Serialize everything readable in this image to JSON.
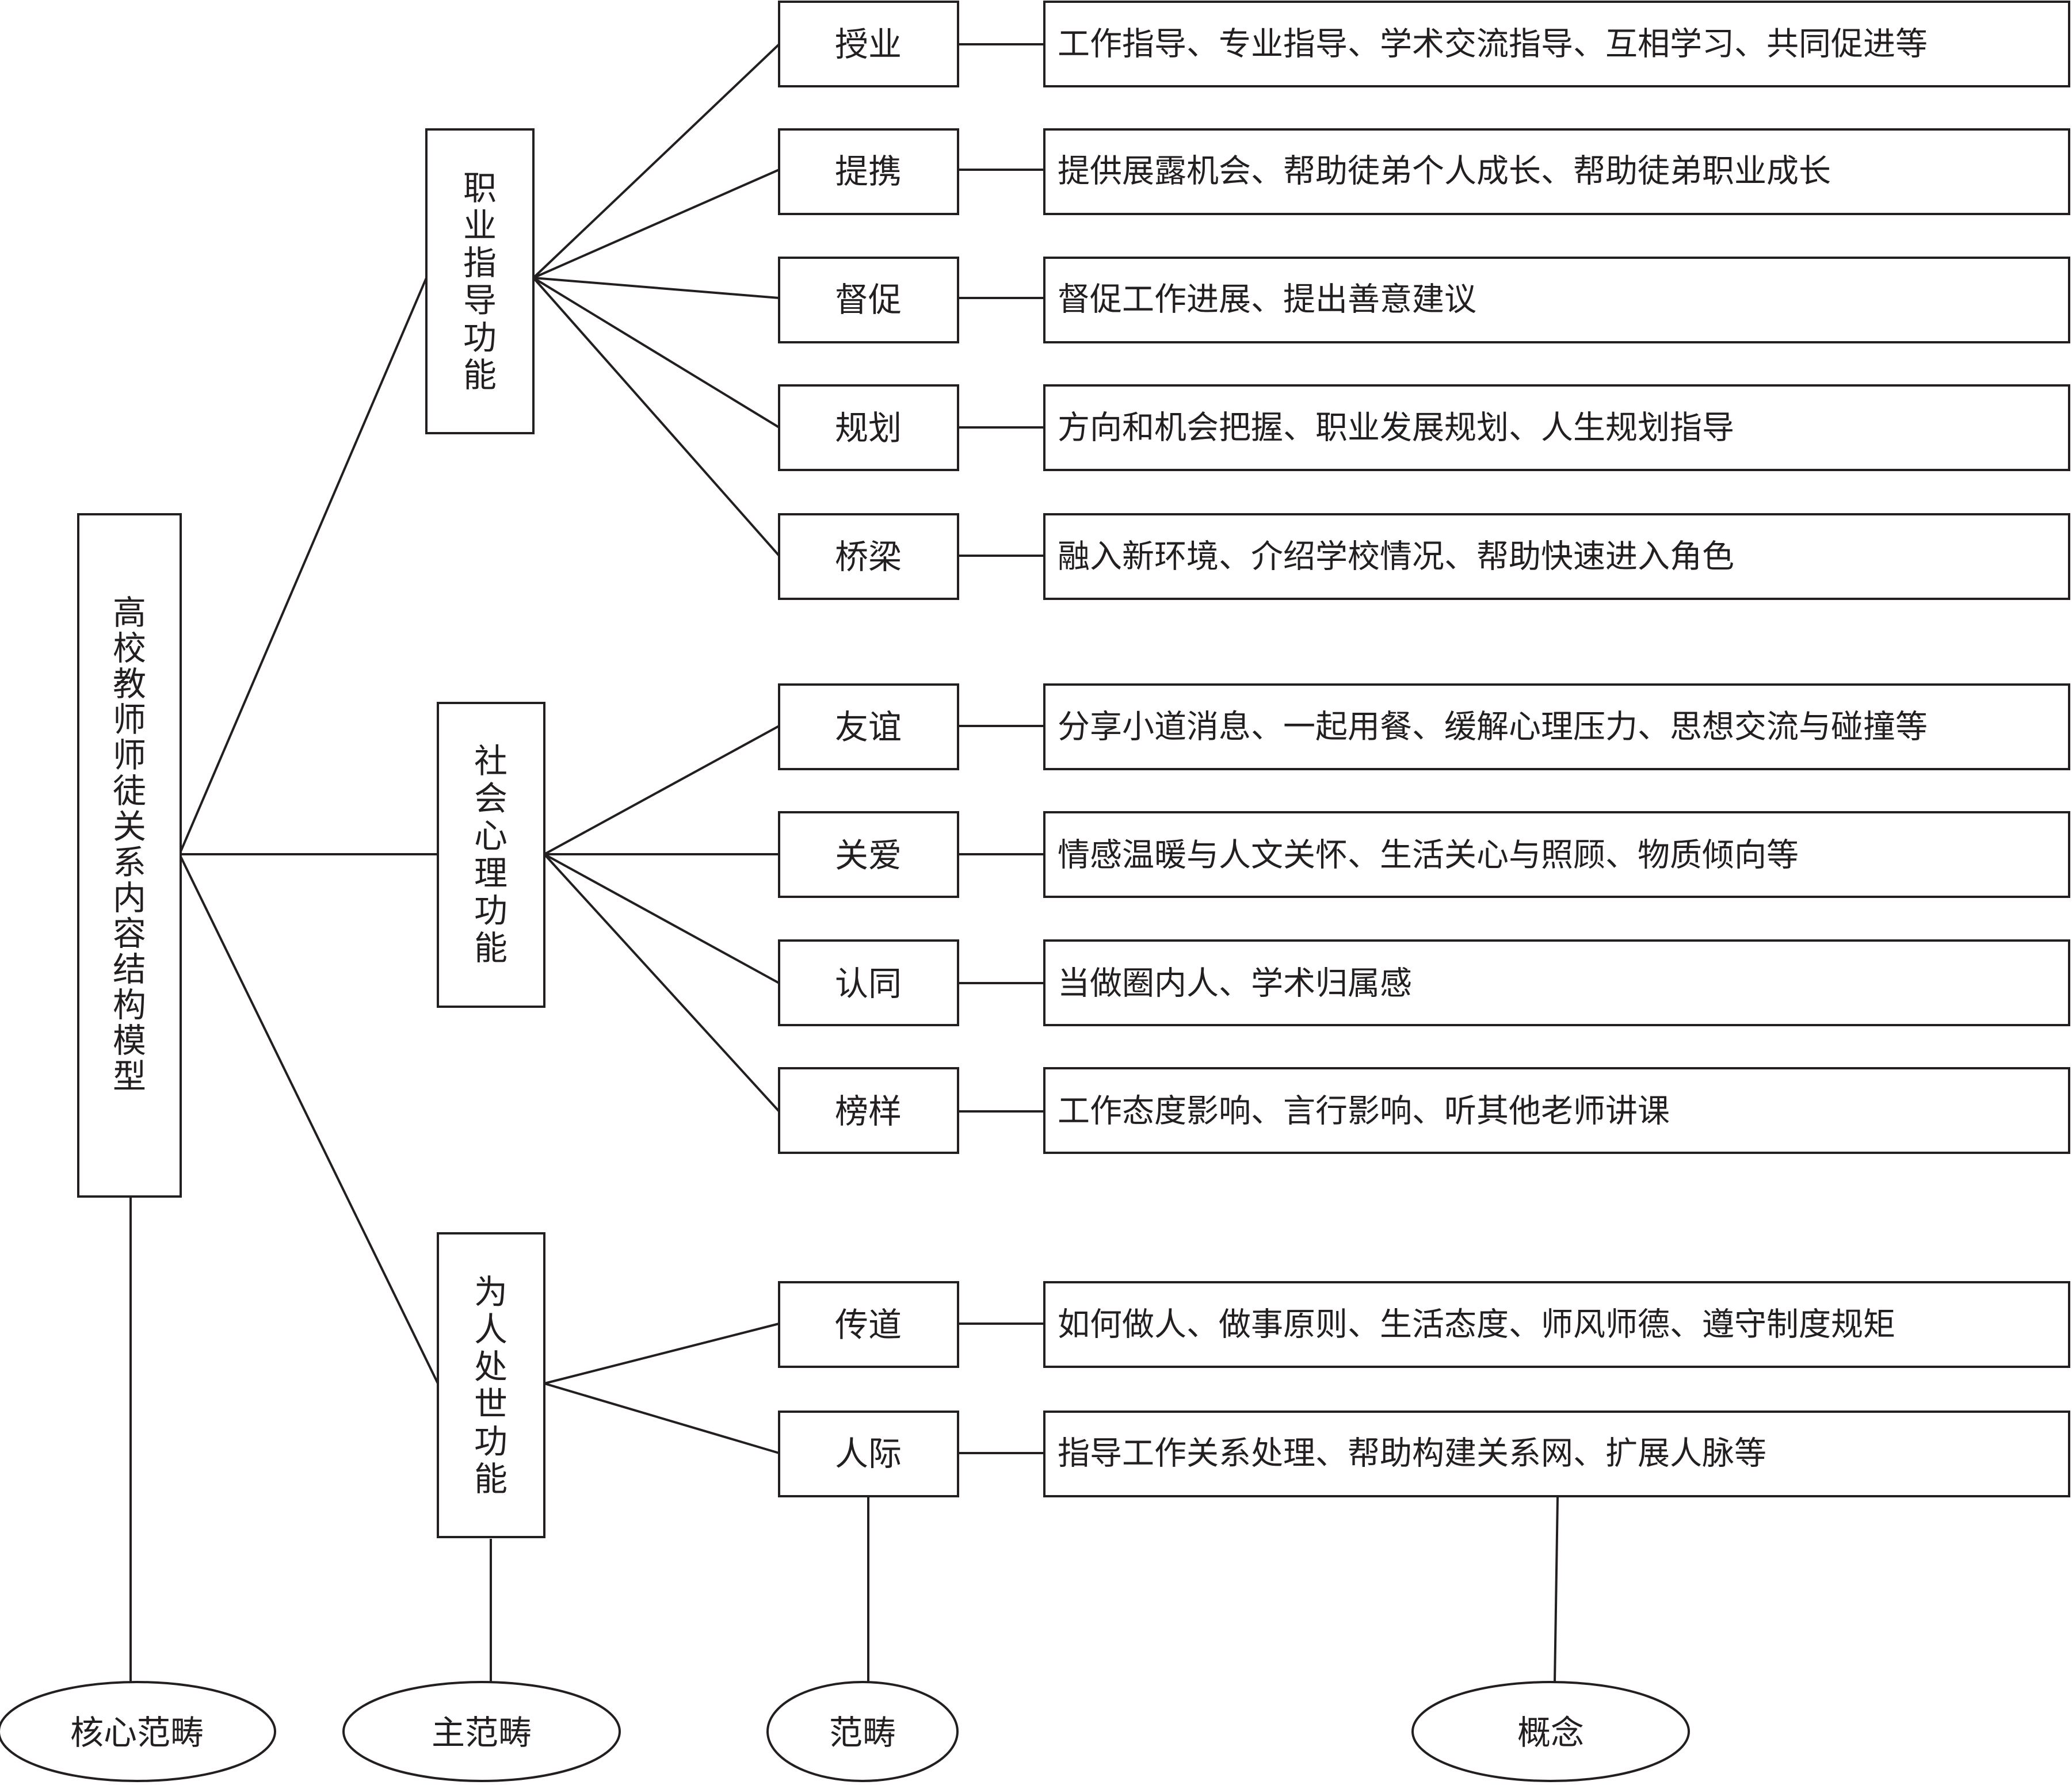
{
  "root": {
    "label": "高校教师师徒关系内容结构模型"
  },
  "categories": [
    {
      "label": "职业指导功能",
      "items": [
        {
          "label": "授业",
          "concept": "工作指导、专业指导、学术交流指导、互相学习、共同促进等"
        },
        {
          "label": "提携",
          "concept": "提供展露机会、帮助徒弟个人成长、帮助徒弟职业成长"
        },
        {
          "label": "督促",
          "concept": "督促工作进展、提出善意建议"
        },
        {
          "label": "规划",
          "concept": "方向和机会把握、职业发展规划、人生规划指导"
        },
        {
          "label": "桥梁",
          "concept": "融入新环境、介绍学校情况、帮助快速进入角色"
        }
      ]
    },
    {
      "label": "社会心理功能",
      "items": [
        {
          "label": "友谊",
          "concept": "分享小道消息、一起用餐、缓解心理压力、思想交流与碰撞等"
        },
        {
          "label": "关爱",
          "concept": "情感温暖与人文关怀、生活关心与照顾、物质倾向等"
        },
        {
          "label": "认同",
          "concept": "当做圈内人、学术归属感"
        },
        {
          "label": "榜样",
          "concept": "工作态度影响、言行影响、听其他老师讲课"
        }
      ]
    },
    {
      "label": "为人处世功能",
      "items": [
        {
          "label": "传道",
          "concept": "如何做人、做事原则、生活态度、师风师德、遵守制度规矩"
        },
        {
          "label": "人际",
          "concept": "指导工作关系处理、帮助构建关系网、扩展人脉等"
        }
      ]
    }
  ],
  "legend": {
    "core": "核心范畴",
    "main": "主范畴",
    "category": "范畴",
    "concept": "概念"
  }
}
